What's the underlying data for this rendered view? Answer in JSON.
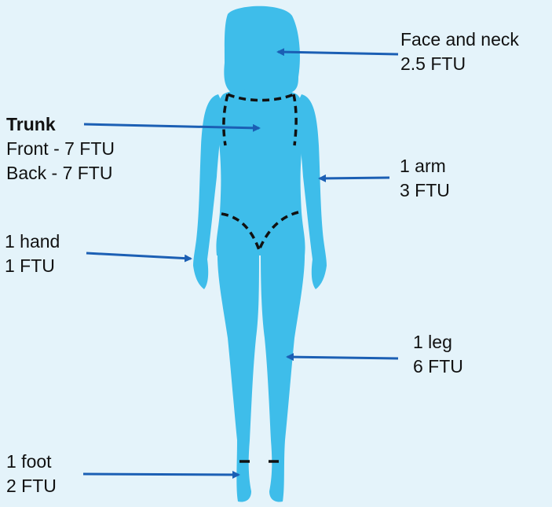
{
  "labels": {
    "face_neck": {
      "line1": "Face and neck",
      "line2": "2.5 FTU"
    },
    "trunk": {
      "title": "Trunk",
      "front": "Front - 7 FTU",
      "back": "Back - 7 FTU"
    },
    "arm": {
      "line1": "1 arm",
      "line2": "3 FTU"
    },
    "hand": {
      "line1": "1 hand",
      "line2": "1 FTU"
    },
    "leg": {
      "line1": "1 leg",
      "line2": "6 FTU"
    },
    "foot": {
      "line1": "1 foot",
      "line2": "2 FTU"
    }
  },
  "colors": {
    "background": "#e4f3fa",
    "body": "#3ebdea",
    "arrow": "#1b5fb4",
    "divider": "#111111"
  }
}
